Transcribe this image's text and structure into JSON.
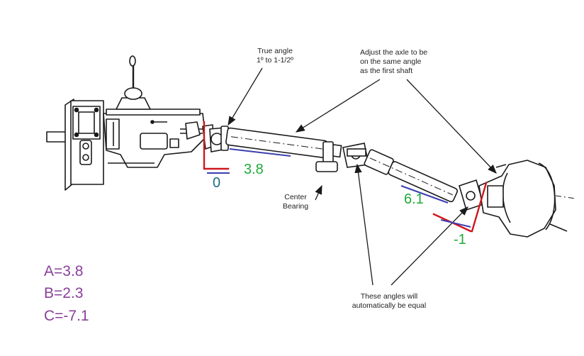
{
  "annotations": {
    "true_angle": [
      "True angle",
      "1º to 1-1/2º"
    ],
    "adjust_axle": [
      "Adjust the axle to be",
      "on the same angle",
      "as the first shaft"
    ],
    "center_bearing": [
      "Center",
      "Bearing"
    ],
    "angles_equal": [
      "These angles will",
      "automatically be equal"
    ]
  },
  "angle_values": {
    "first_joint": "0",
    "first_shaft": "3.8",
    "second_shaft": "6.1",
    "axle": "-1"
  },
  "formulas": {
    "a": "A=3.8",
    "b": "B=2.3",
    "c": "C=-7.1"
  },
  "colors": {
    "angle_marker": "#d0161b",
    "reference_line": "#3a3fb0",
    "angle_value": "#1faa37",
    "reference_value": "#1d6b86",
    "formula": "#8a3f9a",
    "line_art": "#1a1a1a"
  }
}
